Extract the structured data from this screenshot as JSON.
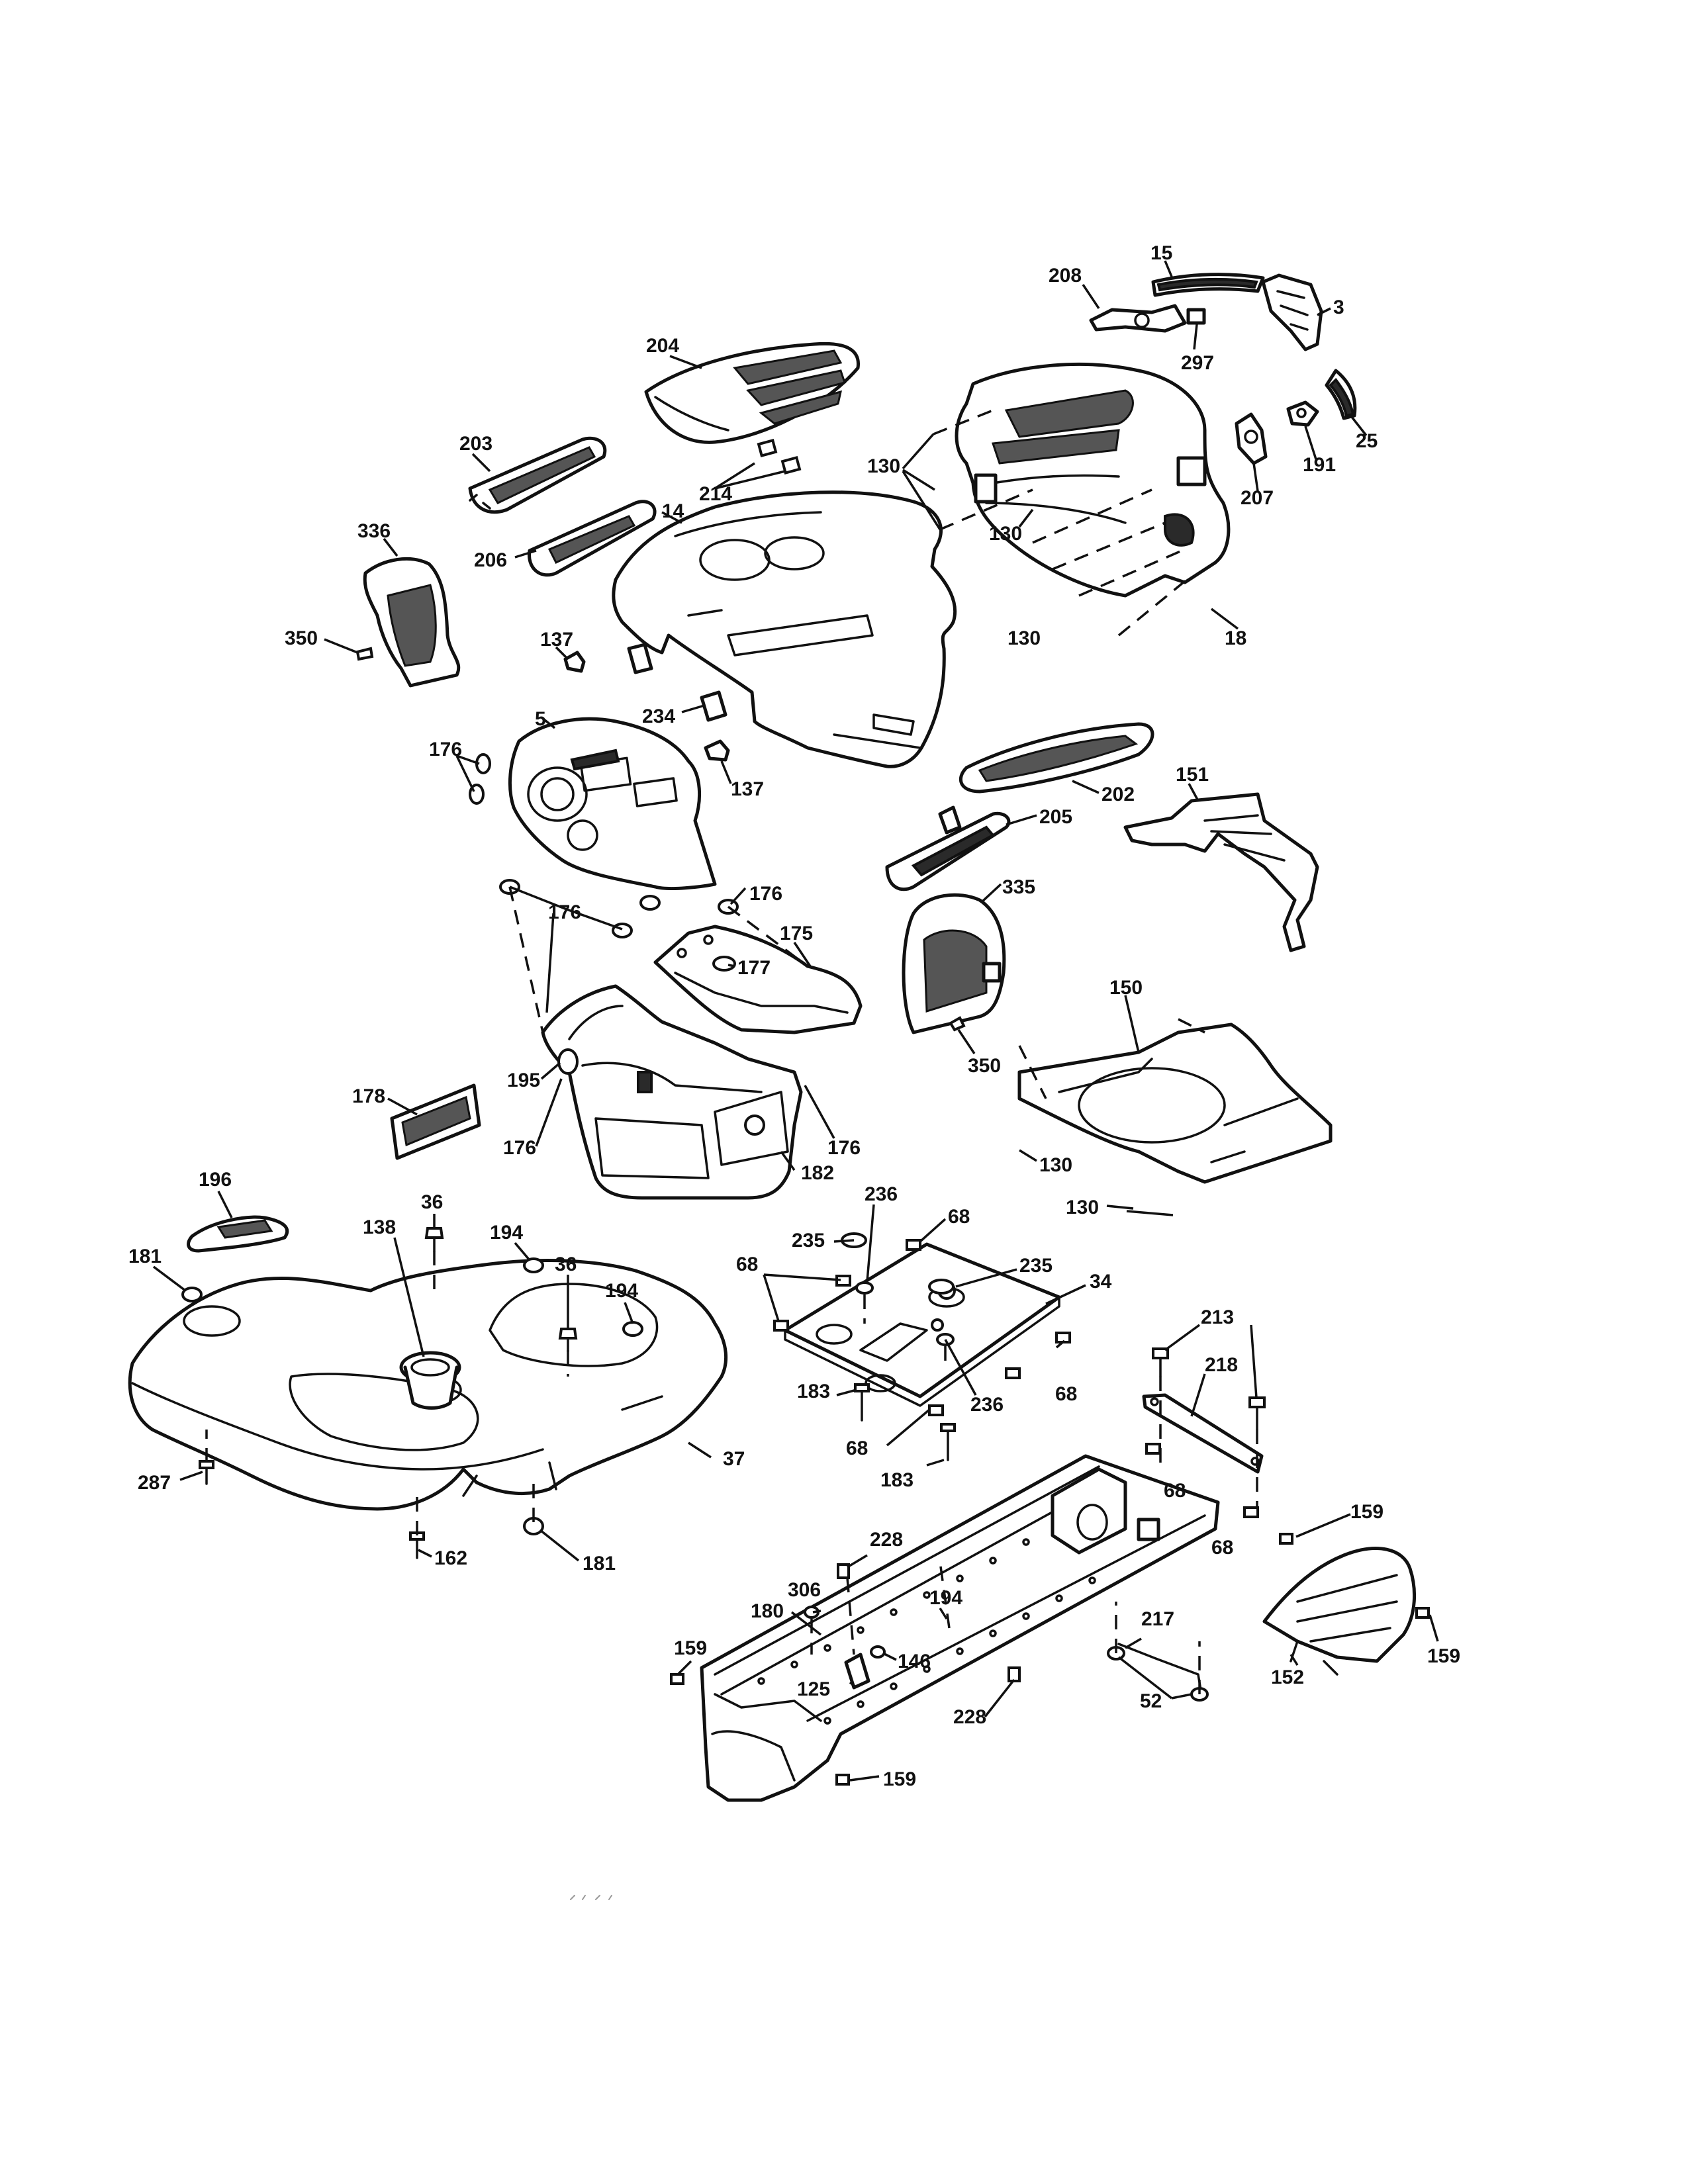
{
  "diagram": {
    "callouts": [
      {
        "label": "15"
      },
      {
        "label": "208"
      },
      {
        "label": "3"
      },
      {
        "label": "297"
      },
      {
        "label": "204"
      },
      {
        "label": "25"
      },
      {
        "label": "191"
      },
      {
        "label": "207"
      },
      {
        "label": "130"
      },
      {
        "label": "130"
      },
      {
        "label": "130"
      },
      {
        "label": "18"
      },
      {
        "label": "203"
      },
      {
        "label": "214"
      },
      {
        "label": "14"
      },
      {
        "label": "336"
      },
      {
        "label": "206"
      },
      {
        "label": "350"
      },
      {
        "label": "137"
      },
      {
        "label": "234"
      },
      {
        "label": "5"
      },
      {
        "label": "176"
      },
      {
        "label": "137"
      },
      {
        "label": "202"
      },
      {
        "label": "151"
      },
      {
        "label": "205"
      },
      {
        "label": "176"
      },
      {
        "label": "176"
      },
      {
        "label": "175"
      },
      {
        "label": "177"
      },
      {
        "label": "335"
      },
      {
        "label": "150"
      },
      {
        "label": "350"
      },
      {
        "label": "195"
      },
      {
        "label": "176"
      },
      {
        "label": "178"
      },
      {
        "label": "176"
      },
      {
        "label": "182"
      },
      {
        "label": "130"
      },
      {
        "label": "130"
      },
      {
        "label": "196"
      },
      {
        "label": "36"
      },
      {
        "label": "138"
      },
      {
        "label": "194"
      },
      {
        "label": "36"
      },
      {
        "label": "194"
      },
      {
        "label": "181"
      },
      {
        "label": "236"
      },
      {
        "label": "235"
      },
      {
        "label": "68"
      },
      {
        "label": "68"
      },
      {
        "label": "235"
      },
      {
        "label": "34"
      },
      {
        "label": "213"
      },
      {
        "label": "218"
      },
      {
        "label": "183"
      },
      {
        "label": "68"
      },
      {
        "label": "68"
      },
      {
        "label": "236"
      },
      {
        "label": "183"
      },
      {
        "label": "68"
      },
      {
        "label": "37"
      },
      {
        "label": "287"
      },
      {
        "label": "181"
      },
      {
        "label": "162"
      },
      {
        "label": "228"
      },
      {
        "label": "159"
      },
      {
        "label": "68"
      },
      {
        "label": "306"
      },
      {
        "label": "194"
      },
      {
        "label": "180"
      },
      {
        "label": "217"
      },
      {
        "label": "146"
      },
      {
        "label": "159"
      },
      {
        "label": "125"
      },
      {
        "label": "52"
      },
      {
        "label": "228"
      },
      {
        "label": "152"
      },
      {
        "label": "159"
      },
      {
        "label": "159"
      }
    ]
  }
}
